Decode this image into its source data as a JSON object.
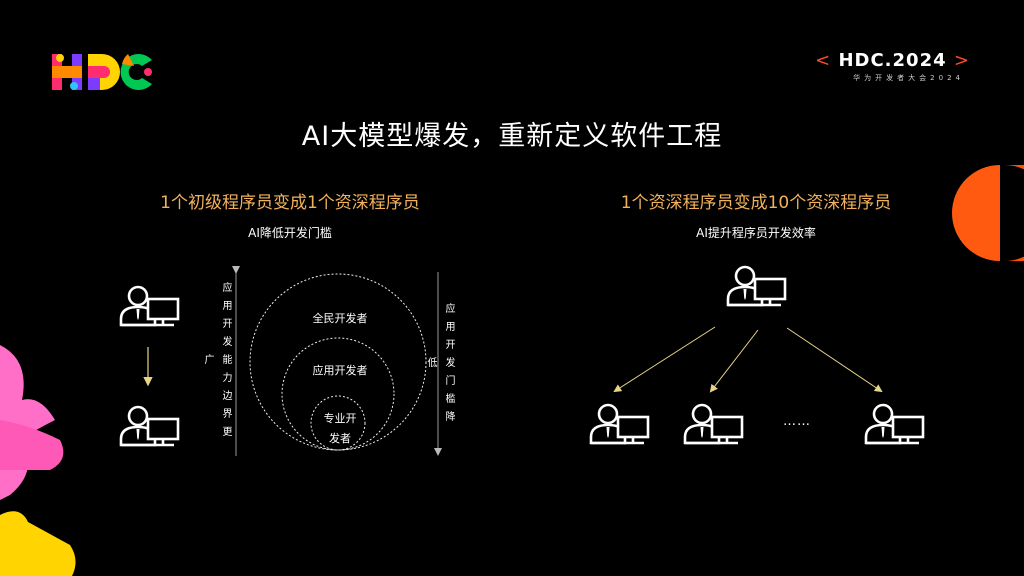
{
  "header": {
    "hdc_badge": "HDC.2024",
    "hdc_tagline": "华为开发者大会2024"
  },
  "main": {
    "title": "AI大模型爆发，重新定义软件工程",
    "left": {
      "heading": "1个初级程序员变成1个资深程序员",
      "caption": "AI降低开发门槛",
      "axis_left": "应用开发能力边界更广",
      "axis_right": "应用开发门槛降低",
      "circles": [
        "全民开发者",
        "应用开发者",
        "专业开",
        "发者"
      ]
    },
    "right": {
      "heading": "1个资深程序员变成10个资深程序员",
      "caption": "AI提升程序员开发效率",
      "ellipsis": "……"
    }
  },
  "colors": {
    "background": "#000000",
    "accent_orange": "#f2b25c",
    "arrow_yellow": "#e8d58a",
    "decor_orange": "#ff5a10",
    "decor_pink": "#ff6ec7",
    "decor_yellow": "#ffd400"
  },
  "icons": [
    "hdc-logo-icon",
    "developer-icon",
    "arrow-down-icon",
    "arrow-diagonal-icon"
  ]
}
